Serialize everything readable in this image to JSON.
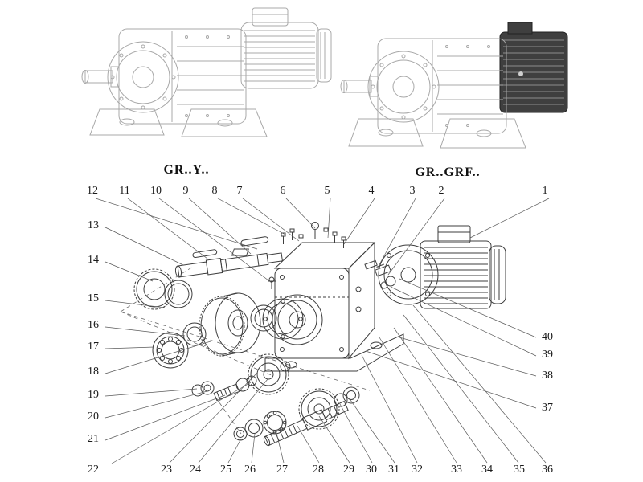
{
  "variants": [
    {
      "label": "GR..Y.."
    },
    {
      "label": "GR..GRF.."
    }
  ],
  "callouts": {
    "c1": "1",
    "c2": "2",
    "c3": "3",
    "c4": "4",
    "c5": "5",
    "c6": "6",
    "c7": "7",
    "c8": "8",
    "c9": "9",
    "c10": "10",
    "c11": "11",
    "c12": "12",
    "c13": "13",
    "c14": "14",
    "c15": "15",
    "c16": "16",
    "c17": "17",
    "c18": "18",
    "c19": "19",
    "c20": "20",
    "c21": "21",
    "c22": "22",
    "c23": "23",
    "c24": "24",
    "c25": "25",
    "c26": "26",
    "c27": "27",
    "c28": "28",
    "c29": "29",
    "c30": "30",
    "c31": "31",
    "c32": "32",
    "c33": "33",
    "c34": "34",
    "c35": "35",
    "c36": "36",
    "c37": "37",
    "c38": "38",
    "c39": "39",
    "c40": "40"
  },
  "colors": {
    "line_dark": "#3d3d3d",
    "line_light": "#a8a8a8",
    "leader": "#5a5a5a",
    "motor_dark": "#3f3f3f",
    "text": "#1a1a1a"
  }
}
